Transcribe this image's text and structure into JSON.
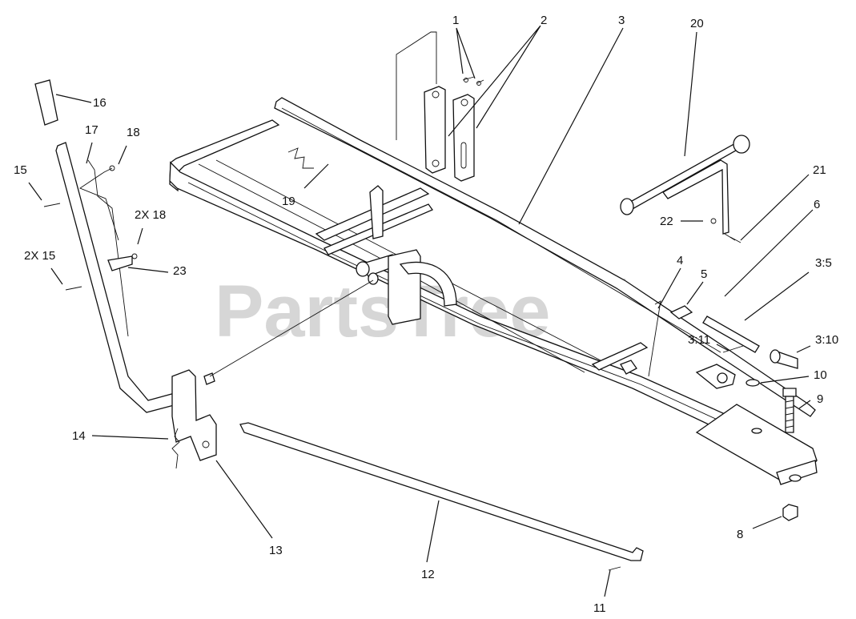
{
  "watermark": {
    "text": "PartsTree",
    "trademark": "™"
  },
  "callouts": [
    {
      "id": "1",
      "text": "1"
    },
    {
      "id": "2",
      "text": "2"
    },
    {
      "id": "3",
      "text": "3"
    },
    {
      "id": "20",
      "text": "20"
    },
    {
      "id": "16",
      "text": "16"
    },
    {
      "id": "17",
      "text": "17"
    },
    {
      "id": "18",
      "text": "18"
    },
    {
      "id": "15",
      "text": "15"
    },
    {
      "id": "21",
      "text": "21"
    },
    {
      "id": "2x18",
      "text": "2X 18"
    },
    {
      "id": "19",
      "text": "19"
    },
    {
      "id": "22",
      "text": "22"
    },
    {
      "id": "6",
      "text": "6"
    },
    {
      "id": "2x15",
      "text": "2X 15"
    },
    {
      "id": "23",
      "text": "23"
    },
    {
      "id": "4",
      "text": "4"
    },
    {
      "id": "5",
      "text": "5"
    },
    {
      "id": "3-5",
      "text": "3:5"
    },
    {
      "id": "3-11",
      "text": "3:11"
    },
    {
      "id": "3-10",
      "text": "3:10"
    },
    {
      "id": "10",
      "text": "10"
    },
    {
      "id": "9",
      "text": "9"
    },
    {
      "id": "14",
      "text": "14"
    },
    {
      "id": "13",
      "text": "13"
    },
    {
      "id": "8",
      "text": "8"
    },
    {
      "id": "12",
      "text": "12"
    },
    {
      "id": "11",
      "text": "11"
    }
  ]
}
